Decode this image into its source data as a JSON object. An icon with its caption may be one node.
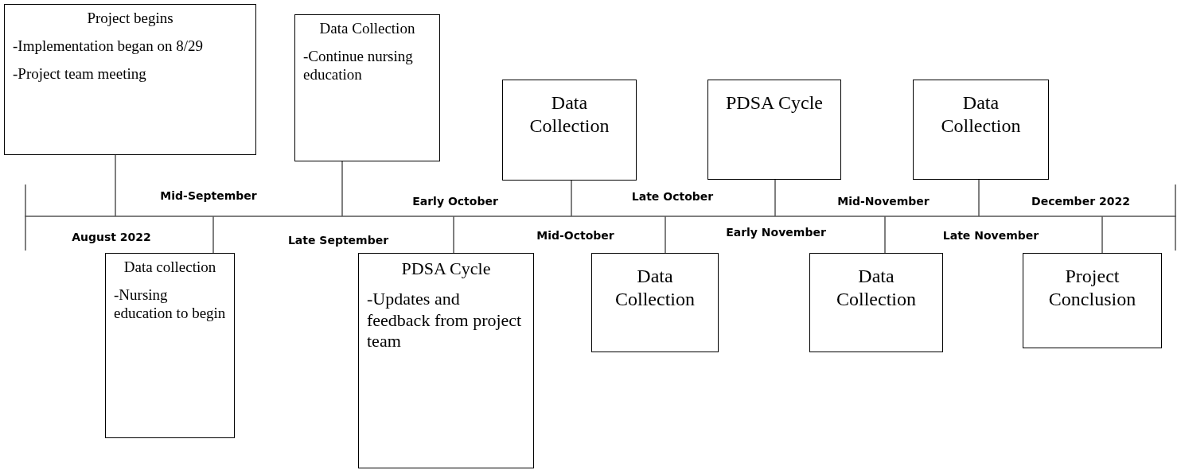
{
  "diagram": {
    "nodes": [
      {
        "text": [
          "Project begins",
          "-Implementation began on 8/29",
          "-Project team meeting"
        ]
      },
      {
        "text": [
          "Data collection",
          "-Nursing education to begin"
        ]
      },
      {
        "text": [
          "Data Collection",
          "-Continue nursing education"
        ]
      },
      {
        "text": [
          "PDSA Cycle",
          "-Updates and feedback from project team"
        ]
      },
      {
        "text": [
          "Data Collection"
        ]
      },
      {
        "text": [
          "Data Collection"
        ]
      },
      {
        "text": [
          "PDSA Cycle"
        ]
      },
      {
        "text": [
          "Data Collection"
        ]
      },
      {
        "text": [
          "Data Collection"
        ]
      },
      {
        "text": [
          "Project Conclusion"
        ]
      },
      {
        "text": [],
        "shape": "bar"
      }
    ],
    "edges": [
      {
        "from": 0,
        "to": 10,
        "arrow": "none"
      },
      {
        "from": 1,
        "to": 10,
        "arrow": "none"
      },
      {
        "from": 2,
        "to": 10,
        "arrow": "none"
      },
      {
        "from": 3,
        "to": 10,
        "arrow": "none"
      },
      {
        "from": 4,
        "to": 10,
        "arrow": "none"
      },
      {
        "from": 5,
        "to": 10,
        "arrow": "none"
      },
      {
        "from": 6,
        "to": 10,
        "arrow": "none"
      },
      {
        "from": 7,
        "to": 10,
        "arrow": "none"
      },
      {
        "from": 8,
        "to": 10,
        "arrow": "none"
      },
      {
        "from": 9,
        "to": 10,
        "arrow": "none"
      }
    ],
    "labels": [
      "August 2022",
      "Mid-September",
      "Late September",
      "Early October",
      "Mid-October",
      "Late October",
      "Early November",
      "Mid-November",
      "Late November",
      "December 2022"
    ]
  }
}
